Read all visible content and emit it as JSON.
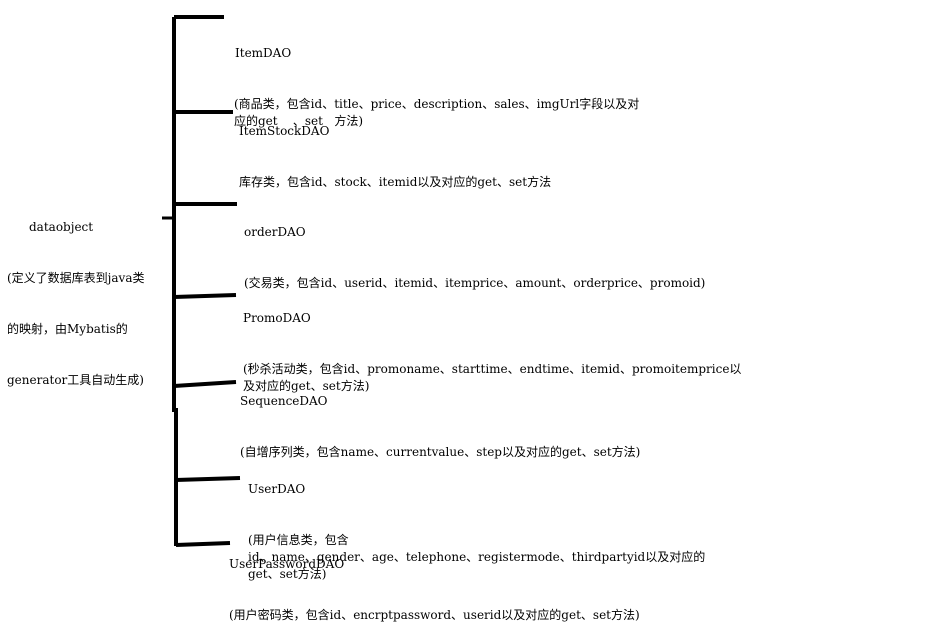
{
  "root": {
    "lines": [
      "dataobject",
      "(定义了数据库表到java类",
      "的映射，由Mybatis的",
      "generator工具自动生成)"
    ]
  },
  "nodes": [
    {
      "name": "ItemDAO",
      "desc": "(商品类，包含id、title、price、description、sales、imgUrl字段以及对\n应的get    、set   方法)"
    },
    {
      "name": "ItemStockDAO",
      "desc": "库存类，包含id、stock、itemid以及对应的get、set方法"
    },
    {
      "name": "orderDAO",
      "desc": "(交易类，包含id、userid、itemid、itemprice、amount、orderprice、promoid)"
    },
    {
      "name": "PromoDAO",
      "desc": "(秒杀活动类，包含id、promoname、starttime、endtime、itemid、promoitemprice以\n及对应的get、set方法)"
    },
    {
      "name": "SequenceDAO",
      "desc": "(自增序列类，包含name、currentvalue、step以及对应的get、set方法)"
    },
    {
      "name": "UserDAO",
      "desc": "(用户信息类，包含\nid、name、gender、age、telephone、registermode、thirdpartyid以及对应的\nget、set方法)"
    },
    {
      "name": "UserPasswordDAO",
      "desc": "(用户密码类，包含id、encrptpassword、userid以及对应的get、set方法)"
    }
  ],
  "colors": {
    "line": "#000000",
    "text": "#000000",
    "background": "#ffffff"
  }
}
